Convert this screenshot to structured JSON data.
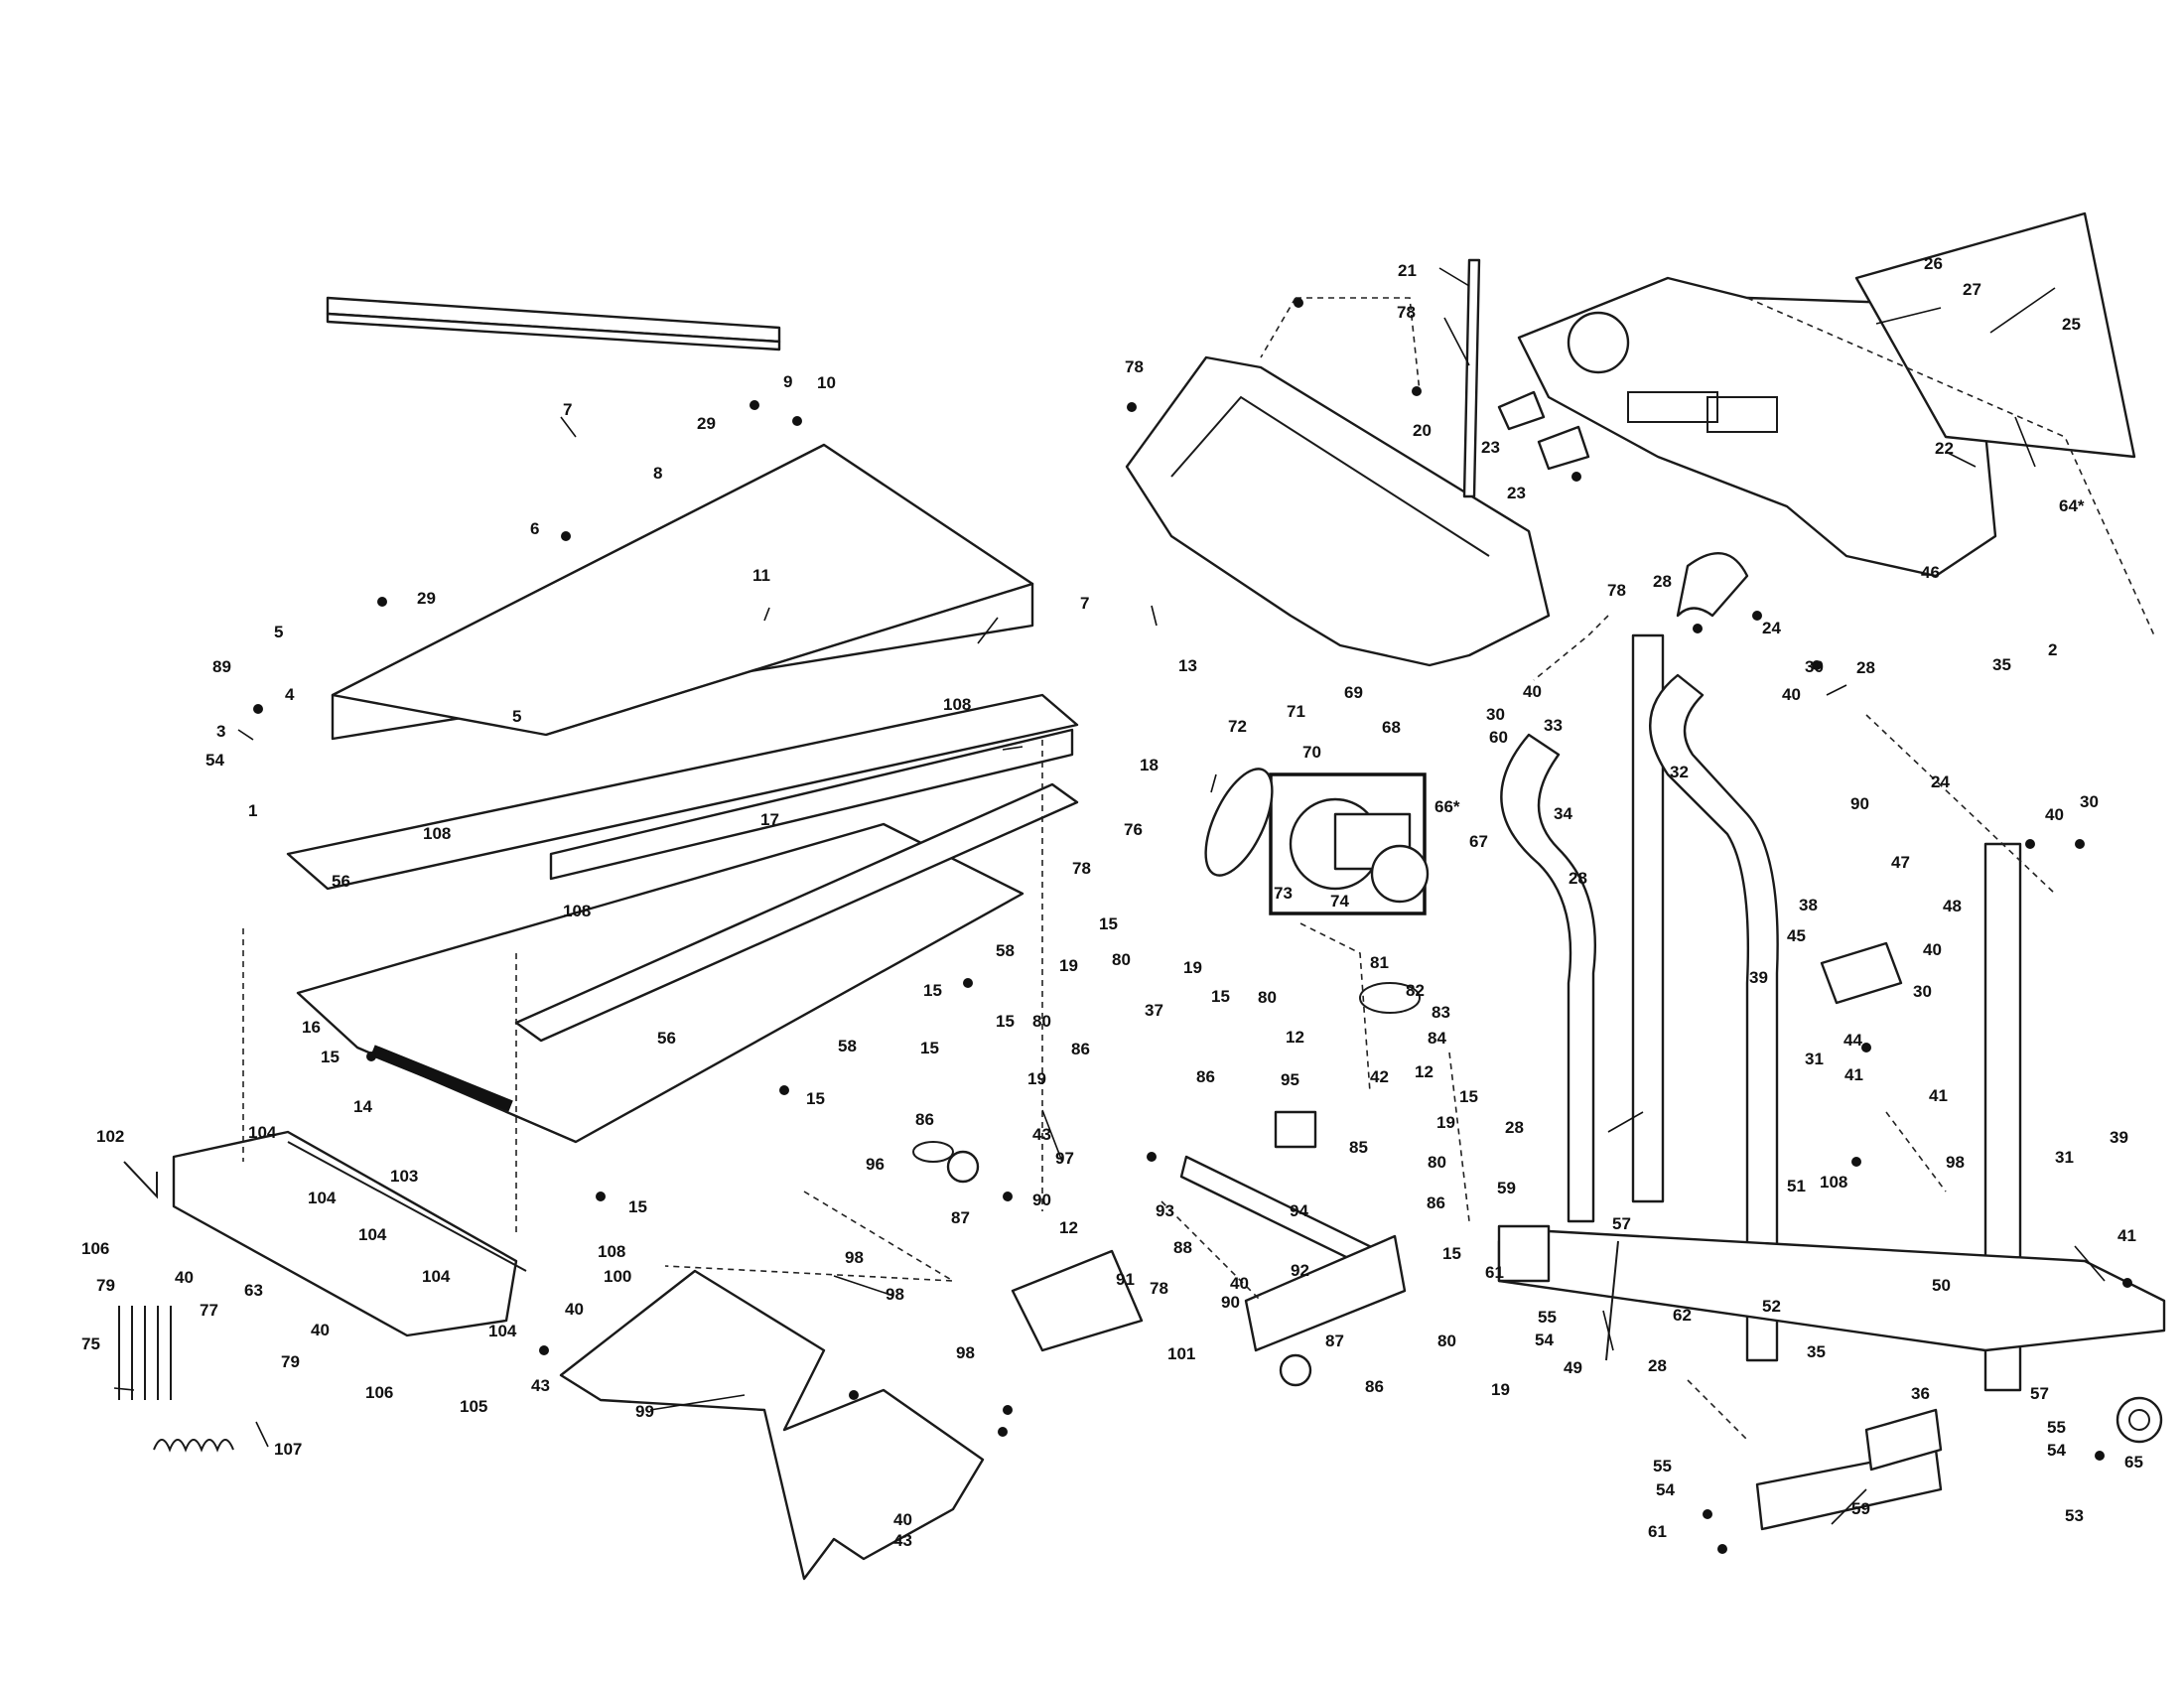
{
  "callouts": [
    {
      "t": "7"
    },
    {
      "t": "8"
    },
    {
      "t": "9"
    },
    {
      "t": "10"
    },
    {
      "t": "29"
    },
    {
      "t": "6"
    },
    {
      "t": "11"
    },
    {
      "t": "29"
    },
    {
      "t": "7"
    },
    {
      "t": "5"
    },
    {
      "t": "89"
    },
    {
      "t": "4"
    },
    {
      "t": "3"
    },
    {
      "t": "54"
    },
    {
      "t": "5"
    },
    {
      "t": "1"
    },
    {
      "t": "108"
    },
    {
      "t": "56"
    },
    {
      "t": "108"
    },
    {
      "t": "17"
    },
    {
      "t": "108"
    },
    {
      "t": "18"
    },
    {
      "t": "16"
    },
    {
      "t": "15"
    },
    {
      "t": "14"
    },
    {
      "t": "56"
    },
    {
      "t": "58"
    },
    {
      "t": "15"
    },
    {
      "t": "15"
    },
    {
      "t": "58"
    },
    {
      "t": "15"
    },
    {
      "t": "76"
    },
    {
      "t": "78"
    },
    {
      "t": "102"
    },
    {
      "t": "104"
    },
    {
      "t": "103"
    },
    {
      "t": "104"
    },
    {
      "t": "104"
    },
    {
      "t": "104"
    },
    {
      "t": "104"
    },
    {
      "t": "106"
    },
    {
      "t": "79"
    },
    {
      "t": "40"
    },
    {
      "t": "63"
    },
    {
      "t": "77"
    },
    {
      "t": "75"
    },
    {
      "t": "40"
    },
    {
      "t": "79"
    },
    {
      "t": "106"
    },
    {
      "t": "40"
    },
    {
      "t": "43"
    },
    {
      "t": "105"
    },
    {
      "t": "107"
    },
    {
      "t": "108"
    },
    {
      "t": "100"
    },
    {
      "t": "21"
    },
    {
      "t": "78"
    },
    {
      "t": "78"
    },
    {
      "t": "20"
    },
    {
      "t": "23"
    },
    {
      "t": "23"
    },
    {
      "t": "78"
    },
    {
      "t": "26"
    },
    {
      "t": "27"
    },
    {
      "t": "25"
    },
    {
      "t": "22"
    },
    {
      "t": "64*"
    },
    {
      "t": "28"
    },
    {
      "t": "28"
    },
    {
      "t": "46"
    },
    {
      "t": "24"
    },
    {
      "t": "2"
    },
    {
      "t": "40"
    },
    {
      "t": "30"
    },
    {
      "t": "30"
    },
    {
      "t": "40"
    },
    {
      "t": "13"
    },
    {
      "t": "72"
    },
    {
      "t": "71"
    },
    {
      "t": "70"
    },
    {
      "t": "69"
    },
    {
      "t": "68"
    },
    {
      "t": "66*"
    },
    {
      "t": "73"
    },
    {
      "t": "74"
    },
    {
      "t": "67"
    },
    {
      "t": "60"
    },
    {
      "t": "33"
    },
    {
      "t": "28"
    },
    {
      "t": "34"
    },
    {
      "t": "32"
    },
    {
      "t": "35"
    },
    {
      "t": "24"
    },
    {
      "t": "40"
    },
    {
      "t": "30"
    },
    {
      "t": "90"
    },
    {
      "t": "47"
    },
    {
      "t": "48"
    },
    {
      "t": "38"
    },
    {
      "t": "45"
    },
    {
      "t": "40"
    },
    {
      "t": "30"
    },
    {
      "t": "44"
    },
    {
      "t": "19"
    },
    {
      "t": "15"
    },
    {
      "t": "80"
    },
    {
      "t": "37"
    },
    {
      "t": "86"
    },
    {
      "t": "15"
    },
    {
      "t": "80"
    },
    {
      "t": "15"
    },
    {
      "t": "19"
    },
    {
      "t": "86"
    },
    {
      "t": "97"
    },
    {
      "t": "43"
    },
    {
      "t": "96"
    },
    {
      "t": "90"
    },
    {
      "t": "87"
    },
    {
      "t": "81"
    },
    {
      "t": "82"
    },
    {
      "t": "83"
    },
    {
      "t": "84"
    },
    {
      "t": "19"
    },
    {
      "t": "15"
    },
    {
      "t": "80"
    },
    {
      "t": "12"
    },
    {
      "t": "86"
    },
    {
      "t": "95"
    },
    {
      "t": "12"
    },
    {
      "t": "42"
    },
    {
      "t": "85"
    },
    {
      "t": "15"
    },
    {
      "t": "19"
    },
    {
      "t": "80"
    },
    {
      "t": "86"
    },
    {
      "t": "93"
    },
    {
      "t": "94"
    },
    {
      "t": "88"
    },
    {
      "t": "78"
    },
    {
      "t": "40"
    },
    {
      "t": "92"
    },
    {
      "t": "90"
    },
    {
      "t": "101"
    },
    {
      "t": "87"
    },
    {
      "t": "86"
    },
    {
      "t": "19"
    },
    {
      "t": "80"
    },
    {
      "t": "15"
    },
    {
      "t": "12"
    },
    {
      "t": "91"
    },
    {
      "t": "98"
    },
    {
      "t": "98"
    },
    {
      "t": "98"
    },
    {
      "t": "99"
    },
    {
      "t": "40"
    },
    {
      "t": "43"
    },
    {
      "t": "39"
    },
    {
      "t": "31"
    },
    {
      "t": "41"
    },
    {
      "t": "41"
    },
    {
      "t": "28"
    },
    {
      "t": "59"
    },
    {
      "t": "57"
    },
    {
      "t": "61"
    },
    {
      "t": "55"
    },
    {
      "t": "54"
    },
    {
      "t": "49"
    },
    {
      "t": "62"
    },
    {
      "t": "28"
    },
    {
      "t": "51"
    },
    {
      "t": "108"
    },
    {
      "t": "98"
    },
    {
      "t": "31"
    },
    {
      "t": "39"
    },
    {
      "t": "50"
    },
    {
      "t": "52"
    },
    {
      "t": "41"
    },
    {
      "t": "35"
    },
    {
      "t": "36"
    },
    {
      "t": "57"
    },
    {
      "t": "55"
    },
    {
      "t": "54"
    },
    {
      "t": "65"
    },
    {
      "t": "59"
    },
    {
      "t": "55"
    },
    {
      "t": "54"
    },
    {
      "t": "61"
    },
    {
      "t": "53"
    }
  ]
}
